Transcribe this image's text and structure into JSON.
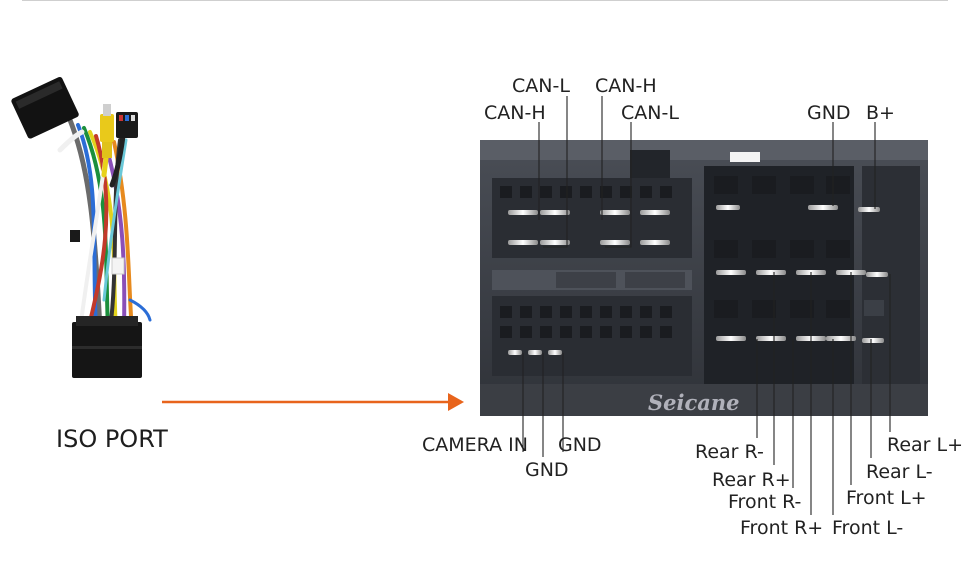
{
  "iso_port_label": "ISO PORT",
  "watermark": "Seicane",
  "colors": {
    "arrow": "#e8641c",
    "connector_body": "#3a3d44",
    "pin": "#f2f2f2"
  },
  "top_labels": [
    {
      "id": "can-l-top",
      "text": "CAN-L"
    },
    {
      "id": "can-h-top",
      "text": "CAN-H"
    },
    {
      "id": "can-h-left",
      "text": "CAN-H"
    },
    {
      "id": "can-l-right",
      "text": "CAN-L"
    },
    {
      "id": "gnd-top",
      "text": "GND"
    },
    {
      "id": "b-plus",
      "text": "B+"
    }
  ],
  "bottom_labels": [
    {
      "id": "camera-in",
      "text": "CAMERA IN"
    },
    {
      "id": "gnd-left",
      "text": "GND"
    },
    {
      "id": "gnd-mid",
      "text": "GND"
    },
    {
      "id": "rear-r-minus",
      "text": "Rear R-"
    },
    {
      "id": "rear-r-plus",
      "text": "Rear R+"
    },
    {
      "id": "front-r-minus",
      "text": "Front R-"
    },
    {
      "id": "front-r-plus",
      "text": "Front R+"
    },
    {
      "id": "front-l-minus",
      "text": "Front L-"
    },
    {
      "id": "front-l-plus",
      "text": "Front L+"
    },
    {
      "id": "rear-l-minus",
      "text": "Rear L-"
    },
    {
      "id": "rear-l-plus",
      "text": "Rear L+"
    }
  ]
}
